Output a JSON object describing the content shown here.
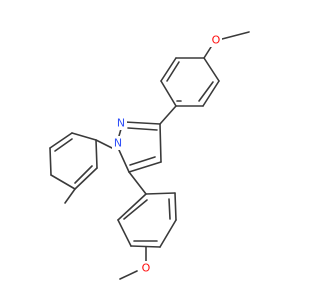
{
  "molecule": {
    "atoms": {
      "O_top": {
        "symbol": "O",
        "color": "#ff0d0d"
      },
      "O_bottom": {
        "symbol": "O",
        "color": "#ff0d0d"
      },
      "N1": {
        "symbol": "N",
        "color": "#3050f8"
      },
      "N2": {
        "symbol": "N",
        "color": "#3050f8"
      }
    },
    "bond_color": "#3a3a3a"
  }
}
